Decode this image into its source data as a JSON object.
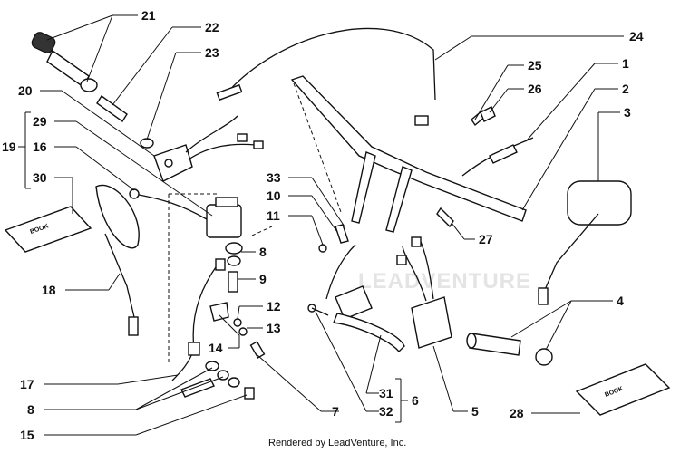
{
  "watermark": "LEADVENTURE",
  "credit": "Rendered by LeadVenture, Inc.",
  "callouts": [
    "21",
    "22",
    "23",
    "20",
    "29",
    "16",
    "19",
    "30",
    "18",
    "17",
    "8",
    "15",
    "33",
    "10",
    "11",
    "9",
    "12",
    "13",
    "14",
    "7",
    "24",
    "25",
    "26",
    "1",
    "2",
    "3",
    "27",
    "4",
    "31",
    "32",
    "6",
    "5",
    "28"
  ]
}
